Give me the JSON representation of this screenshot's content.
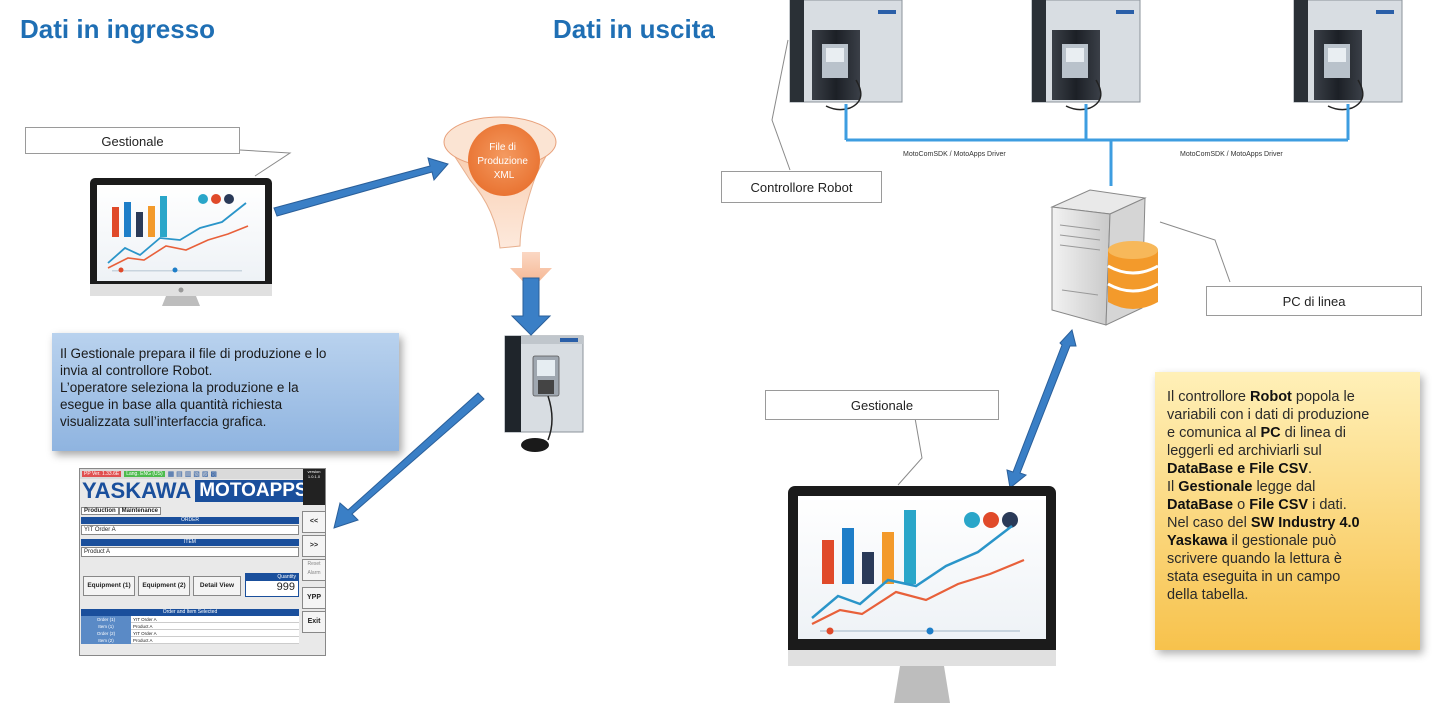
{
  "headings": {
    "input": "Dati in ingresso",
    "output": "Dati in uscita"
  },
  "callouts": {
    "gestionale_left": "Gestionale",
    "controllore": "Controllore Robot",
    "pc_linea": "PC di linea",
    "gestionale_right": "Gestionale"
  },
  "funnel_label": [
    "File di",
    "Produzione",
    "XML"
  ],
  "bus_labels": [
    "MotoComSDK / MotoApps Driver",
    "MotoComSDK / MotoApps Driver"
  ],
  "blue_note": [
    "Il Gestionale prepara il file di produzione e lo",
    "invia al controllore Robot.",
    "L’operatore seleziona la produzione e la",
    "esegue in base alla quantità richiesta",
    "visualizzata sull’interfaccia grafica."
  ],
  "yellow_note": {
    "l1a": "Il controllore ",
    "l1b": "Robot",
    "l1c": " popola le",
    "l2": "variabili con i dati di produzione",
    "l3a": "e comunica al ",
    "l3b": "PC",
    "l3c": " di linea di",
    "l4": "leggerli ed archiviarli sul",
    "l5b": "DataBase e File CSV",
    "l5c": ".",
    "l6a": "Il ",
    "l6b": "Gestionale",
    "l6c": " legge dal",
    "l7b1": "DataBase",
    "l7a": " o ",
    "l7b2": "File CSV",
    "l7c": " i dati.",
    "l8a": "Nel caso del ",
    "l8b": "SW Industry 4.0",
    "l9b": "Yaskawa",
    "l9c": " il gestionale può",
    "l10": "scrivere quando la lettura è",
    "l11": "stata eseguita in un campo",
    "l12": "della tabella."
  },
  "motoapps": {
    "tag1": "PP Ver. 1.33.6E",
    "tag2": "Lang. ENG (US)",
    "brand": "YASKAWA",
    "product": "MOTOAPPS",
    "version_label": "version",
    "version": "1.0.1.0",
    "tab1": "Production",
    "tab2": "Maintenance",
    "order_header": "ORDER",
    "order_value": "YIT Order A",
    "item_header": "ITEM",
    "item_value": "Product A",
    "btn_eq1": "Equipment (1)",
    "btn_eq2": "Equipment (2)",
    "btn_detail": "Detail View",
    "qty_label": "Quantity",
    "qty_value": "999",
    "side_prev": "<<",
    "side_next": ">>",
    "side_reset": "Reset Alarm",
    "side_ypp": "YPP",
    "side_exit": "Exit",
    "grid_header": "Order and Item Selected",
    "rows": [
      {
        "k": "Order (1)",
        "v": "YIT Order A"
      },
      {
        "k": "Item (1)",
        "v": "Product A"
      },
      {
        "k": "Order (2)",
        "v": "YIT Order A"
      },
      {
        "k": "Item (2)",
        "v": "Product A"
      }
    ]
  },
  "colors": {
    "heading": "#1f6fb4",
    "arrow": "#3a7fc6",
    "bus": "#3d9de0",
    "funnel_disc": "#f07a3a",
    "database": "#f39a2b"
  }
}
